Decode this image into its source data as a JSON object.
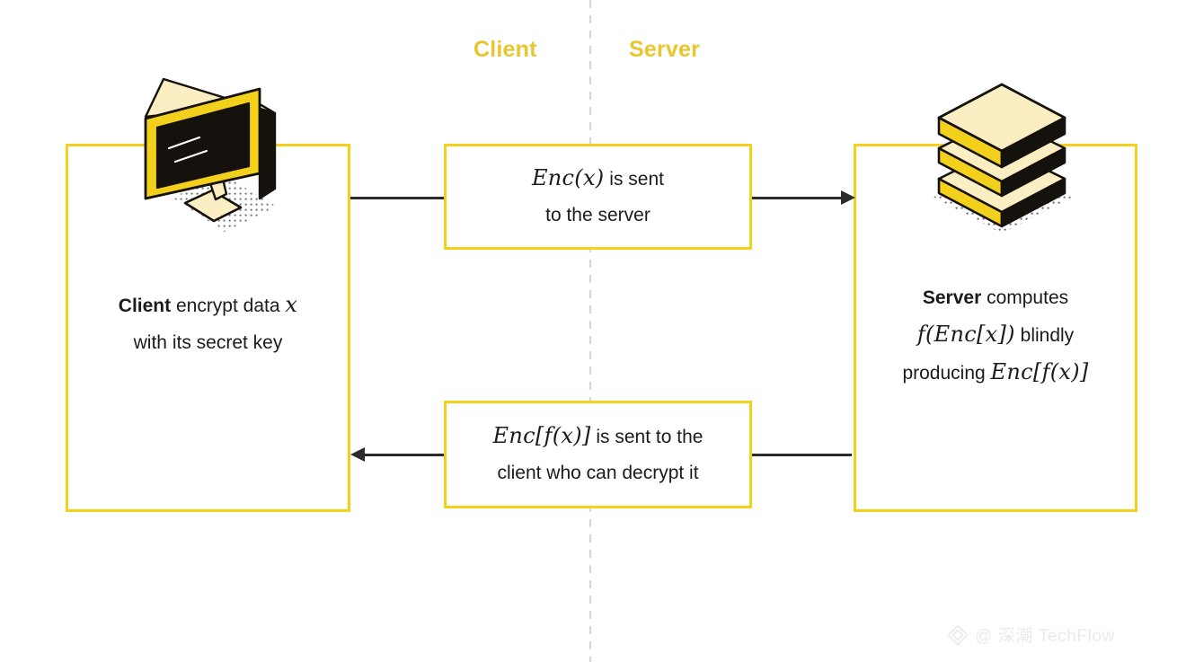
{
  "diagram": {
    "headings": {
      "client": "Client",
      "server": "Server"
    },
    "divider": {
      "style": "dashed-vertical",
      "color": "#d3d5d8"
    },
    "colors": {
      "frame_yellow": "#f3d01c",
      "heading_gold": "#e8c72e",
      "text_dark": "#1b1b1b",
      "arrow_dark": "#2b2b2b",
      "icon_cream": "#faeec2",
      "icon_black": "#15110c",
      "watermark_gray": "#e9eaec"
    },
    "client_panel": {
      "icon": "desktop-monitor-icon",
      "lines": [
        {
          "bold": "Client",
          "text": " encrypt data ",
          "math": "x"
        },
        {
          "text": "with its secret key"
        }
      ],
      "line1_plain": "Client encrypt data x",
      "line2_plain": "with its secret key"
    },
    "server_panel": {
      "icon": "server-stack-icon",
      "lines": [
        {
          "bold": "Server",
          "text": " computes"
        },
        {
          "math": "f(Enc[x])",
          "text": " blindly"
        },
        {
          "text": "producing ",
          "math": "Enc[f(x)]"
        }
      ],
      "line1_plain": "Server computes",
      "line2_plain": "f(Enc[x]) blindly",
      "line3_plain": "producing Enc[f(x)]"
    },
    "message_to_server": {
      "math": "Enc(x)",
      "line1_suffix": " is sent",
      "line2": "to the server",
      "arrow": {
        "name": "arrow-client-to-server",
        "direction": "right"
      }
    },
    "message_to_client": {
      "math": "Enc[f(x)]",
      "line1_suffix": " is sent to the",
      "line2": "client who can decrypt it",
      "arrow": {
        "name": "arrow-server-to-client",
        "direction": "left"
      }
    },
    "watermark": {
      "handle": "@ 深潮 TechFlow",
      "logo": "diamond-logo-icon"
    }
  }
}
